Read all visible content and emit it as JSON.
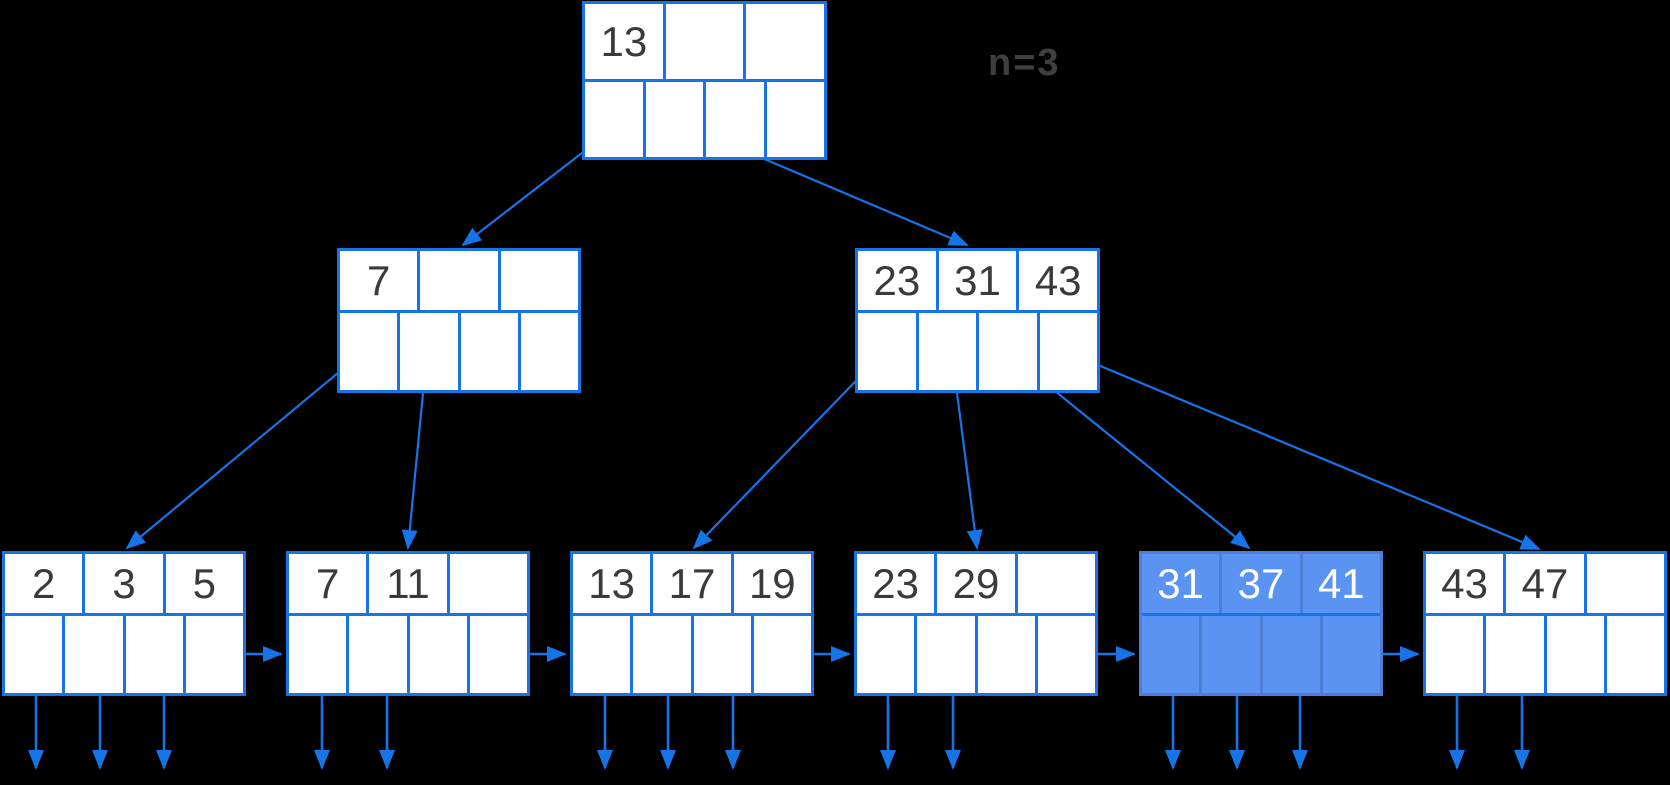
{
  "diagram": {
    "order_label": "n=3",
    "type": "b-plus-tree",
    "colors": {
      "node_border": "#1673E8",
      "arrow": "#1673E8",
      "node_fill": "#FFFFFF",
      "key_text": "#3A3A3A",
      "highlight_fill": "#5A93F2",
      "highlight_border": "#4B7ED4",
      "highlight_text": "#FFFFFF",
      "label_text": "#3F3F3F",
      "background": "#000000"
    },
    "tree": {
      "root": {
        "keys": [
          "13",
          "",
          ""
        ]
      },
      "internal": [
        {
          "keys": [
            "7",
            "",
            ""
          ]
        },
        {
          "keys": [
            "23",
            "31",
            "43"
          ]
        }
      ],
      "leaves": [
        {
          "keys": [
            "2",
            "3",
            "5"
          ],
          "highlighted": false
        },
        {
          "keys": [
            "7",
            "11",
            ""
          ],
          "highlighted": false
        },
        {
          "keys": [
            "13",
            "17",
            "19"
          ],
          "highlighted": false
        },
        {
          "keys": [
            "23",
            "29",
            ""
          ],
          "highlighted": false
        },
        {
          "keys": [
            "31",
            "37",
            "41"
          ],
          "highlighted": true
        },
        {
          "keys": [
            "43",
            "47",
            ""
          ],
          "highlighted": false
        }
      ]
    }
  }
}
